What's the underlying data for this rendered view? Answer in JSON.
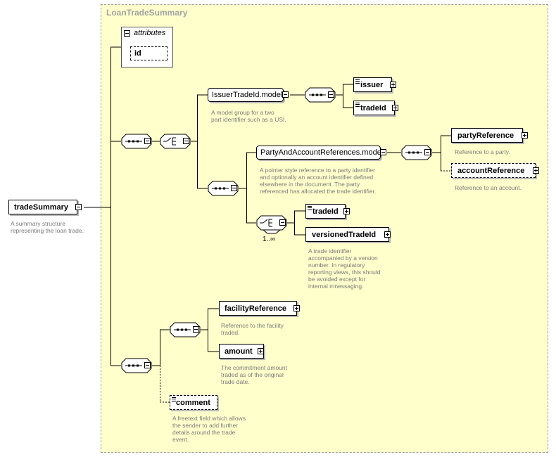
{
  "container": {
    "title": "LoanTradeSummary"
  },
  "attributes": {
    "title": "attributes",
    "id_label": "id"
  },
  "root": {
    "label": "tradeSummary",
    "description": [
      "A summary structure",
      "representing the loan trade."
    ]
  },
  "issuer_model": {
    "label": "IssuerTradeId.model",
    "description": [
      "A model group for a two",
      "part identifier such as a USI."
    ]
  },
  "issuer": {
    "label": "issuer"
  },
  "tradeId_top": {
    "label": "tradeId"
  },
  "party_model": {
    "label": "PartyAndAccountReferences.model",
    "description": [
      "A pointer style reference to a party identifier",
      "and optionally an account identifier defined",
      "elsewhere in the document. The party",
      "referenced has allocated the trade identifier."
    ]
  },
  "partyReference": {
    "label": "partyReference",
    "description": [
      "Reference to a party."
    ]
  },
  "accountReference": {
    "label": "accountReference",
    "description": [
      "Reference to an account."
    ]
  },
  "tradeId_choice": {
    "label": "tradeId"
  },
  "versionedTradeId": {
    "label": "versionedTradeId",
    "description": [
      "A trade identifier",
      "accompanied by a version",
      "number. In regulatory",
      "reporting views, this should",
      "be avoided except for",
      "internal mnessaging."
    ]
  },
  "choice_cardinality": "1..∞",
  "facilityReference": {
    "label": "facilityReference",
    "description": [
      "Reference to the facility",
      "traded."
    ]
  },
  "amount": {
    "label": "amount",
    "description": [
      "The commitment amount",
      "traded as of the original",
      "trade date."
    ]
  },
  "comment": {
    "label": "comment",
    "description": [
      "A freetext field which allows",
      "the sender to add further",
      "details around the trade",
      "event."
    ]
  }
}
